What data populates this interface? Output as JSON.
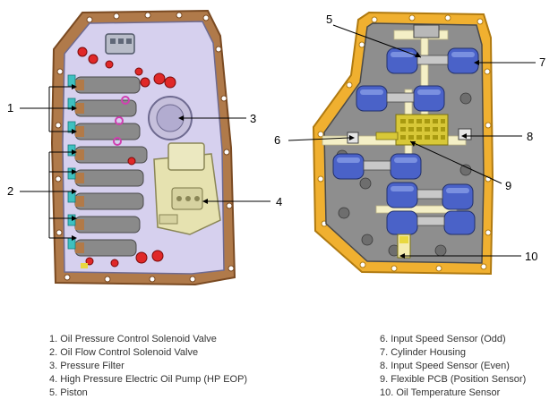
{
  "callouts": {
    "c1": "1",
    "c2": "2",
    "c3": "3",
    "c4": "4",
    "c5": "5",
    "c6": "6",
    "c7": "7",
    "c8": "8",
    "c9": "9",
    "c10": "10"
  },
  "legend": {
    "left": [
      "1. Oil Pressure Control Solenoid Valve",
      "2. Oil Flow Control Solenoid Valve",
      "3. Pressure Filter",
      "4. High Pressure Electric Oil Pump (HP EOP)",
      "5. Piston"
    ],
    "right": [
      "6. Input Speed Sensor (Odd)",
      "7. Cylinder Housing",
      "8. Input Speed Sensor (Even)",
      "9. Flexible PCB (Position Sensor)",
      "10. Oil Temperature Sensor"
    ]
  },
  "colors": {
    "gasket_left": "#b07a4a",
    "gasket_right": "#f0b030",
    "plate_left": "#d6d0ee",
    "plate_right": "#8e8e8e",
    "solenoid_left": "#8a8a8a",
    "cylinder_blue": "#4a62c8",
    "pcb_yellow": "#d8c838",
    "oil_pump": "#e6e2b0",
    "plug_red": "#e02828"
  }
}
